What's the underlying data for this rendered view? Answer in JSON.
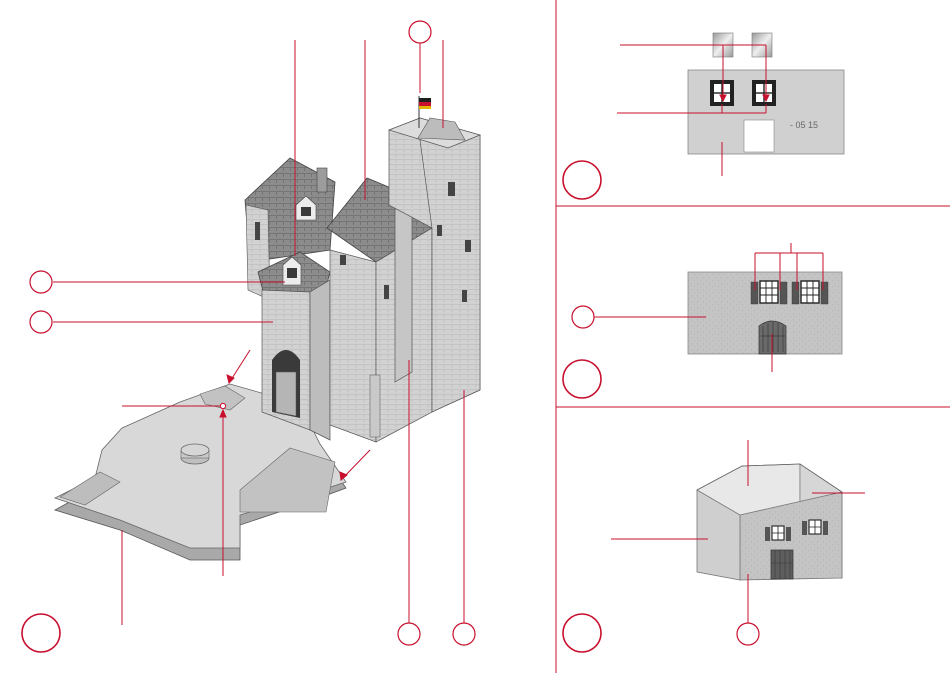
{
  "colors": {
    "accent": "#c8102e",
    "stone": "#d2d2d2",
    "stone_dark": "#a9a9a9",
    "roof": "#8c8c8c",
    "roof_dark": "#6e6e6e",
    "ink": "#333333"
  },
  "main_view": {
    "callouts": [
      {
        "id": "c1",
        "label": ""
      },
      {
        "id": "c2",
        "label": ""
      },
      {
        "id": "c3",
        "label": ""
      },
      {
        "id": "c4",
        "label": ""
      },
      {
        "id": "c5",
        "label": ""
      }
    ],
    "step_marker": {
      "label": ""
    }
  },
  "panel_1": {
    "step_marker": {
      "label": ""
    },
    "panel_text": "- 05  15"
  },
  "panel_2": {
    "step_marker": {
      "label": ""
    },
    "callout": {
      "label": ""
    }
  },
  "panel_3": {
    "step_marker": {
      "label": ""
    },
    "callout": {
      "label": ""
    }
  }
}
